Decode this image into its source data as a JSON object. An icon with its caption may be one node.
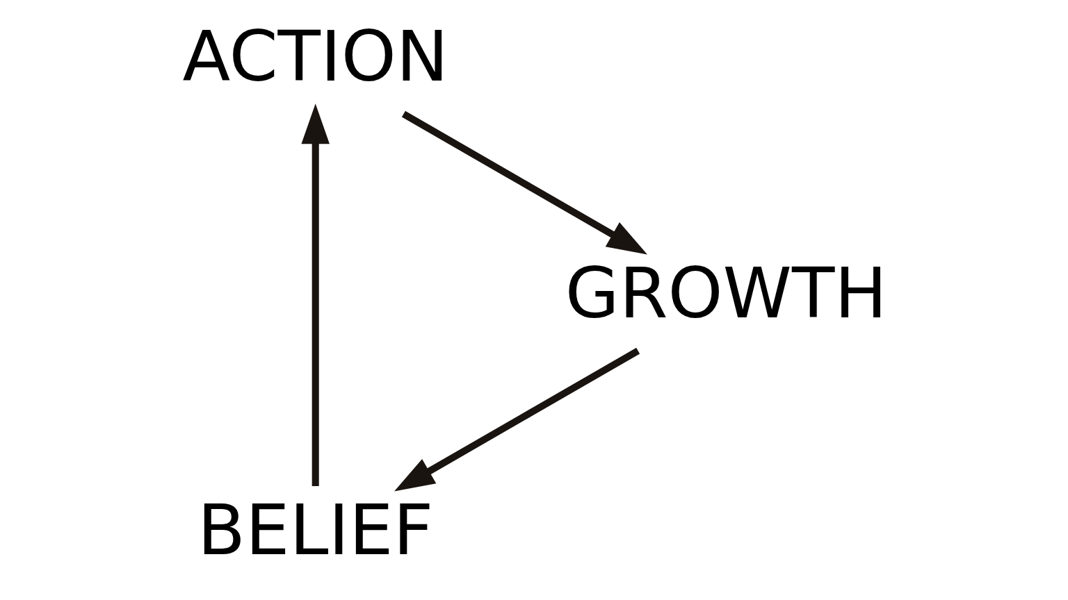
{
  "diagram": {
    "nodes": [
      {
        "text": [
          "BELIEF"
        ]
      },
      {
        "text": [
          "ACTION"
        ]
      },
      {
        "text": [
          "GROWTH"
        ]
      }
    ],
    "edges": [
      {
        "from": 0,
        "to": 1,
        "arrow": "to"
      },
      {
        "from": 1,
        "to": 2,
        "arrow": "to"
      },
      {
        "from": 2,
        "to": 0,
        "arrow": "to"
      }
    ]
  }
}
